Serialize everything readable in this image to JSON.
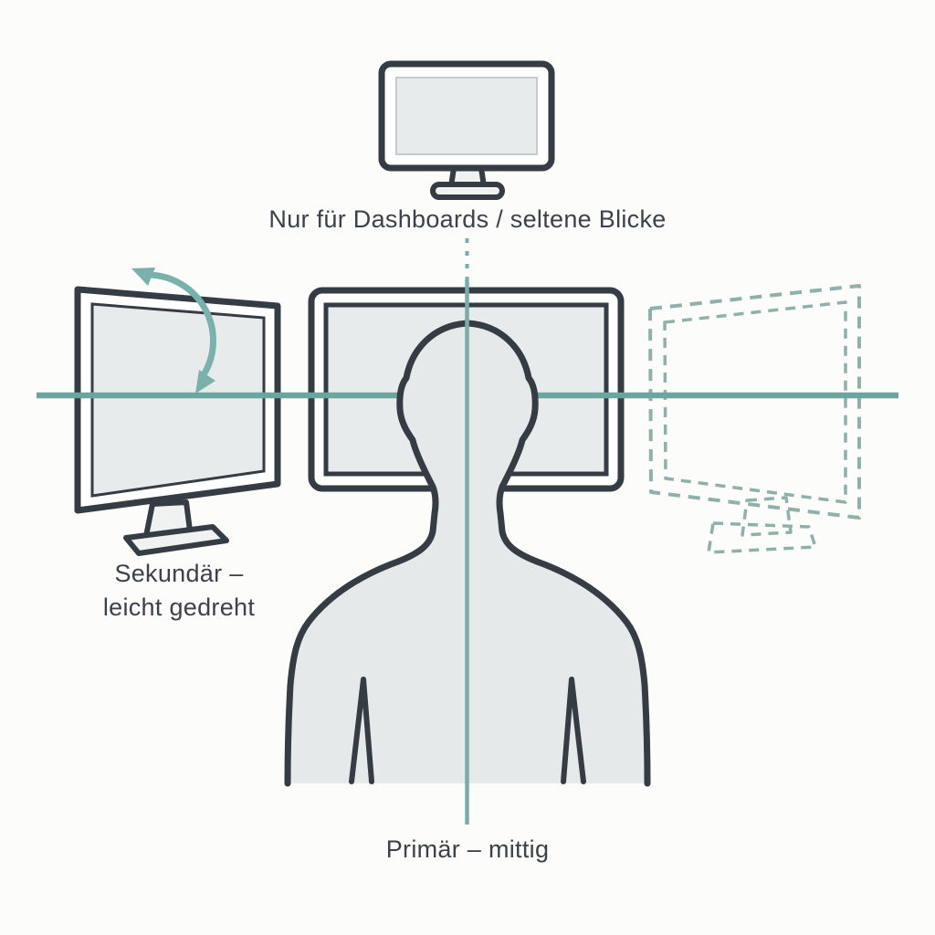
{
  "labels": {
    "top": "Nur für Dashboards / seltene Blicke",
    "secondary_line1": "Sekundär –",
    "secondary_line2": "leicht gedreht",
    "primary": "Primär – mittig"
  },
  "elements": {
    "top_monitor": "dashboard-monitor",
    "left_monitor": "secondary-monitor-rotated",
    "center_monitor": "primary-monitor",
    "right_monitor": "ghost-monitor-dashed",
    "person": "person-silhouette-back-view",
    "horizontal_line": "eye-level-guide-line",
    "vertical_line": "center-axis-guide-line",
    "arrow": "rotation-arrow"
  },
  "colors": {
    "background": "#fcfcfa",
    "outline": "#353c43",
    "bezel": "#ffffff",
    "screen": "#e7ebeb",
    "screen_edge": "#c5cacc",
    "body_fill": "#e5e9e9",
    "guide_line": "#6ca4a0",
    "center_line": "#7aaca9",
    "arrow": "#7bb1ac",
    "ghost_outline": "#8fb0ab",
    "ghost_fill": "#e9edec",
    "label_text": "#3b424a"
  }
}
